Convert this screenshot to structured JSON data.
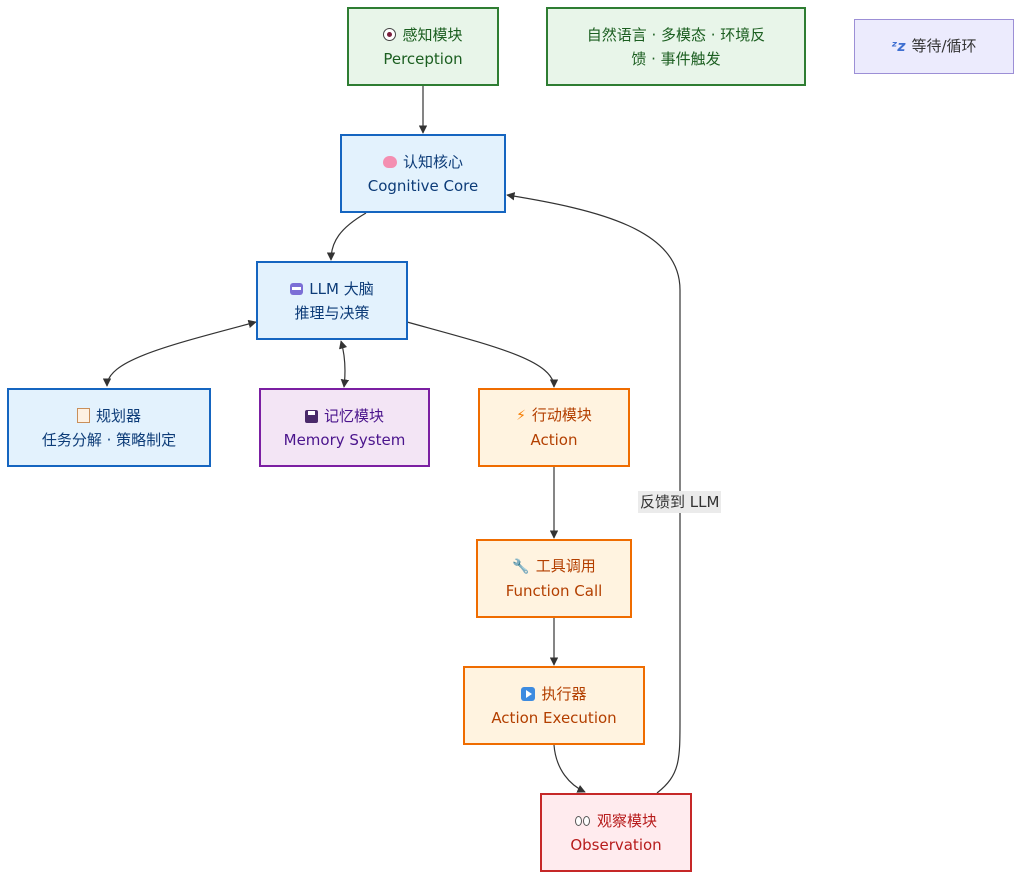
{
  "nodes": {
    "perception": {
      "icon": "eye-icon",
      "line1": "感知模块",
      "line2": "Perception"
    },
    "inputs": {
      "line1": "自然语言 · 多模态 · 环境反",
      "line2": "馈 · 事件触发"
    },
    "waiting": {
      "icon": "sleep-zzz-icon",
      "line1": "等待/循环"
    },
    "cognitive": {
      "icon": "brain-icon",
      "line1": "认知核心",
      "line2": "Cognitive Core"
    },
    "llm": {
      "icon": "robot-icon",
      "line1": "LLM 大脑",
      "line2": "推理与决策"
    },
    "planner": {
      "icon": "clipboard-icon",
      "line1": "规划器",
      "line2": "任务分解 · 策略制定"
    },
    "memory": {
      "icon": "floppy-disk-icon",
      "line1": "记忆模块",
      "line2": "Memory System"
    },
    "action": {
      "icon": "lightning-icon",
      "line1": "行动模块",
      "line2": "Action"
    },
    "function": {
      "icon": "wrench-icon",
      "line1": "工具调用",
      "line2": "Function Call"
    },
    "execution": {
      "icon": "play-button-icon",
      "line1": "执行器",
      "line2": "Action Execution"
    },
    "observation": {
      "icon": "eyes-icon",
      "line1": "观察模块",
      "line2": "Observation"
    }
  },
  "edges": [
    {
      "from": "perception",
      "to": "cognitive",
      "kind": "arrow"
    },
    {
      "from": "cognitive",
      "to": "llm",
      "kind": "arrow"
    },
    {
      "from": "llm",
      "to": "planner",
      "kind": "bidirectional"
    },
    {
      "from": "llm",
      "to": "memory",
      "kind": "bidirectional"
    },
    {
      "from": "llm",
      "to": "action",
      "kind": "arrow"
    },
    {
      "from": "action",
      "to": "function",
      "kind": "arrow"
    },
    {
      "from": "function",
      "to": "execution",
      "kind": "arrow"
    },
    {
      "from": "execution",
      "to": "observation",
      "kind": "arrow"
    },
    {
      "from": "observation",
      "to": "cognitive",
      "kind": "arrow",
      "label": "反馈到 LLM"
    }
  ],
  "colors": {
    "edge": "#333333",
    "green": "#2e7d32",
    "blue": "#1565c0",
    "purple": "#7b1fa2",
    "orange": "#ef6c00",
    "red": "#c62828",
    "lavender": "#9c8fd6"
  }
}
